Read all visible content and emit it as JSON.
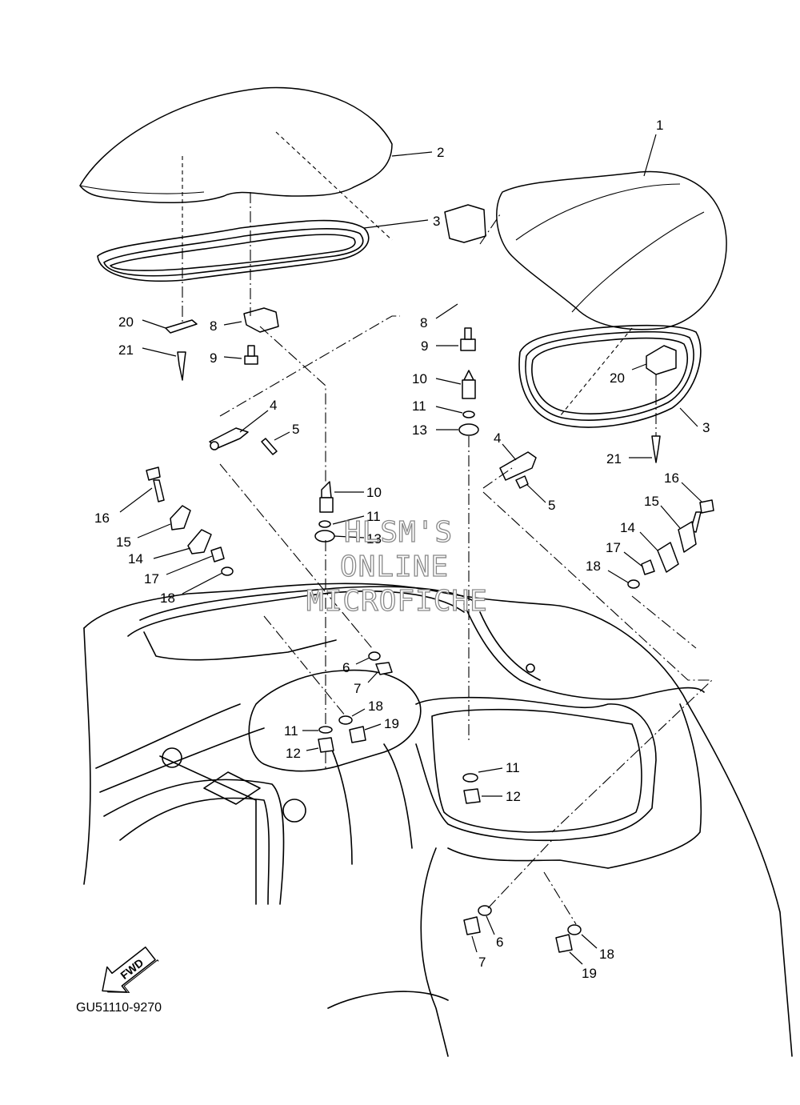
{
  "diagram": {
    "part_code": "GU51110-9270",
    "direction_label": "FWD",
    "watermark": [
      "HLSM'S",
      "ONLINE",
      "MICROFICHE"
    ],
    "callouts": [
      {
        "id": "c-1",
        "num": "1"
      },
      {
        "id": "c-2",
        "num": "2"
      },
      {
        "id": "c-3a",
        "num": "3"
      },
      {
        "id": "c-3b",
        "num": "3"
      },
      {
        "id": "c-4a",
        "num": "4"
      },
      {
        "id": "c-4b",
        "num": "4"
      },
      {
        "id": "c-5a",
        "num": "5"
      },
      {
        "id": "c-5b",
        "num": "5"
      },
      {
        "id": "c-6a",
        "num": "6"
      },
      {
        "id": "c-6b",
        "num": "6"
      },
      {
        "id": "c-7a",
        "num": "7"
      },
      {
        "id": "c-7b",
        "num": "7"
      },
      {
        "id": "c-8a",
        "num": "8"
      },
      {
        "id": "c-8b",
        "num": "8"
      },
      {
        "id": "c-9a",
        "num": "9"
      },
      {
        "id": "c-9b",
        "num": "9"
      },
      {
        "id": "c-10a",
        "num": "10"
      },
      {
        "id": "c-10b",
        "num": "10"
      },
      {
        "id": "c-11a",
        "num": "11"
      },
      {
        "id": "c-11b",
        "num": "11"
      },
      {
        "id": "c-11c",
        "num": "11"
      },
      {
        "id": "c-11d",
        "num": "11"
      },
      {
        "id": "c-12a",
        "num": "12"
      },
      {
        "id": "c-12b",
        "num": "12"
      },
      {
        "id": "c-13a",
        "num": "13"
      },
      {
        "id": "c-13b",
        "num": "13"
      },
      {
        "id": "c-14a",
        "num": "14"
      },
      {
        "id": "c-14b",
        "num": "14"
      },
      {
        "id": "c-15a",
        "num": "15"
      },
      {
        "id": "c-15b",
        "num": "15"
      },
      {
        "id": "c-16a",
        "num": "16"
      },
      {
        "id": "c-16b",
        "num": "16"
      },
      {
        "id": "c-17a",
        "num": "17"
      },
      {
        "id": "c-17b",
        "num": "17"
      },
      {
        "id": "c-18a",
        "num": "18"
      },
      {
        "id": "c-18b",
        "num": "18"
      },
      {
        "id": "c-18c",
        "num": "18"
      },
      {
        "id": "c-18d",
        "num": "18"
      },
      {
        "id": "c-19a",
        "num": "19"
      },
      {
        "id": "c-19b",
        "num": "19"
      },
      {
        "id": "c-20a",
        "num": "20"
      },
      {
        "id": "c-20b",
        "num": "20"
      },
      {
        "id": "c-21a",
        "num": "21"
      },
      {
        "id": "c-21b",
        "num": "21"
      }
    ]
  }
}
